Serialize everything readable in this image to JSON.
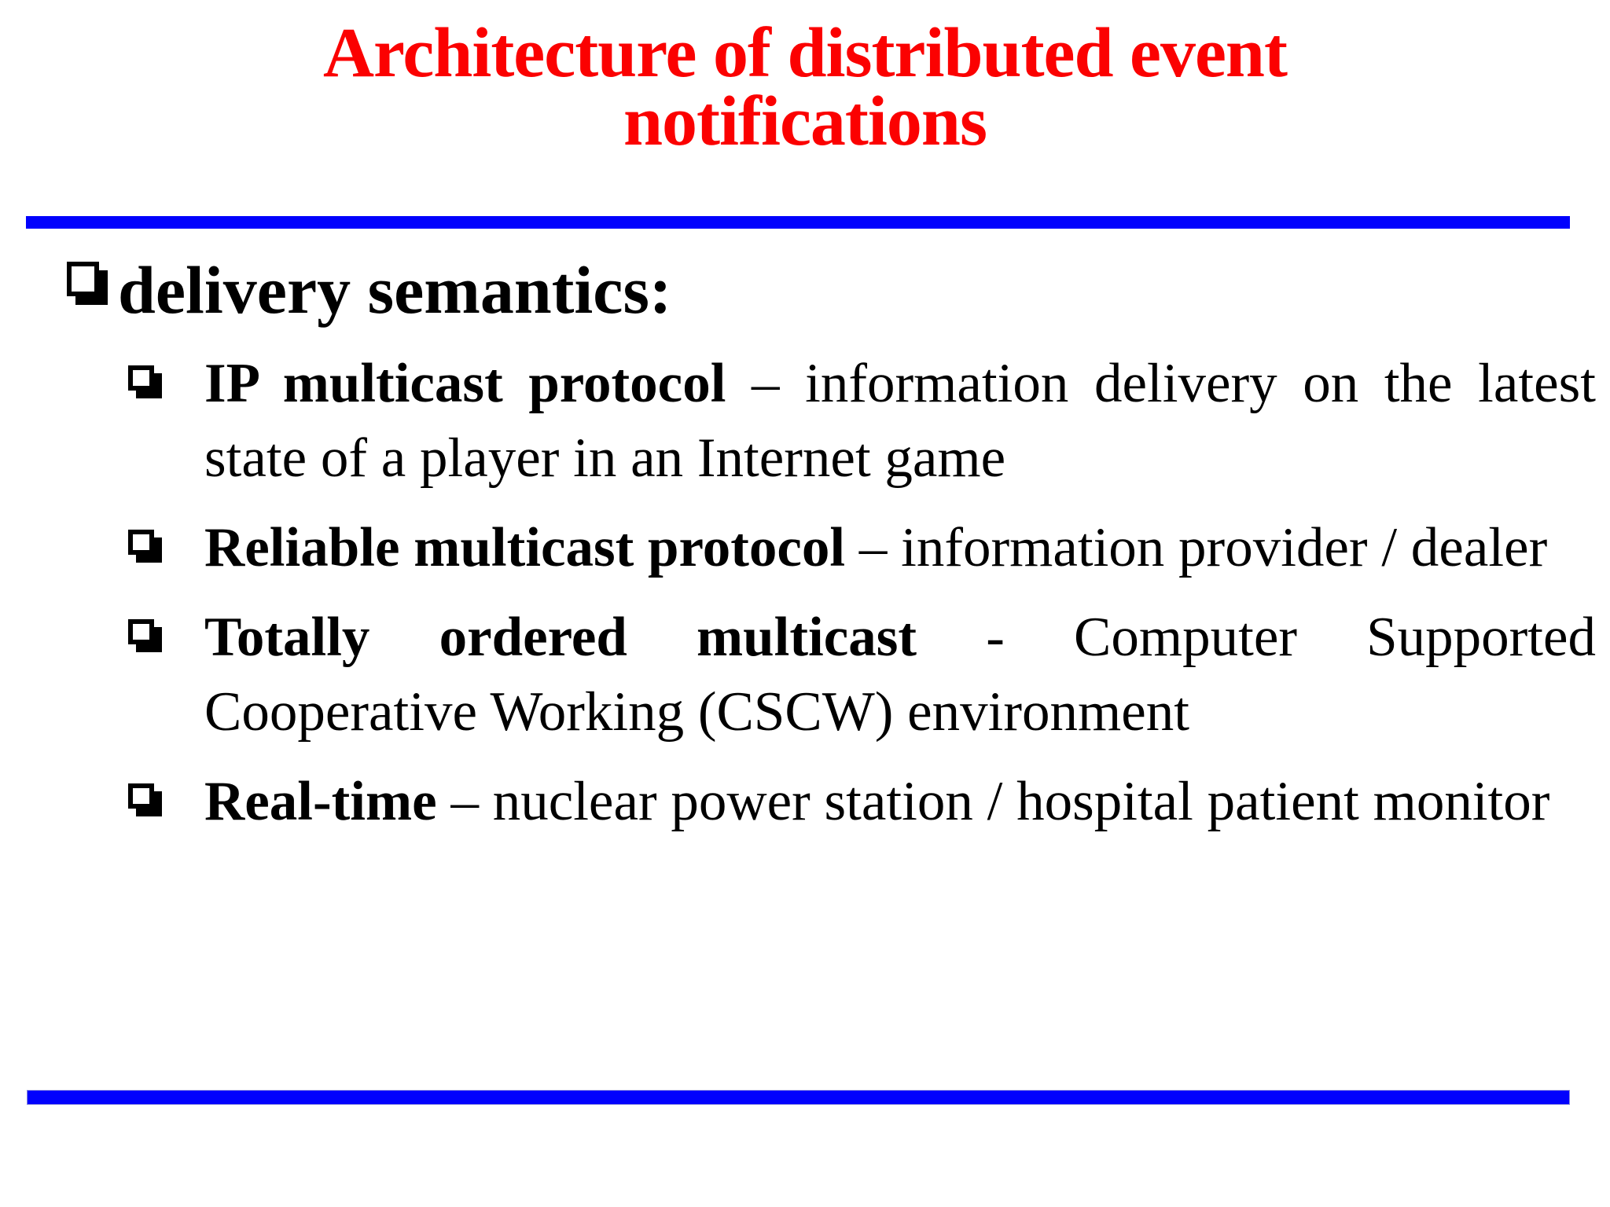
{
  "slide": {
    "colors": {
      "accent_blue": "#0101fd",
      "title_red": "#fb0101",
      "text_black": "#000000"
    },
    "title": {
      "line1": "Architecture of distributed event",
      "line2": "notifications"
    },
    "heading": {
      "label": "delivery semantics",
      "suffix": ":"
    },
    "bullets": [
      {
        "lead": "IP multicast protocol",
        "sep": "–",
        "rest": "information delivery on the latest state of a player in an Internet game"
      },
      {
        "lead": "Reliable multicast protocol",
        "sep": "–",
        "rest": "information provider / dealer"
      },
      {
        "lead": "Totally ordered multicast",
        "sep": "-",
        "rest": "Computer Supported Cooperative Working (CSCW) environment"
      },
      {
        "lead": "Real-time",
        "sep": "–",
        "rest": "nuclear power station / hospital patient monitor"
      }
    ]
  }
}
